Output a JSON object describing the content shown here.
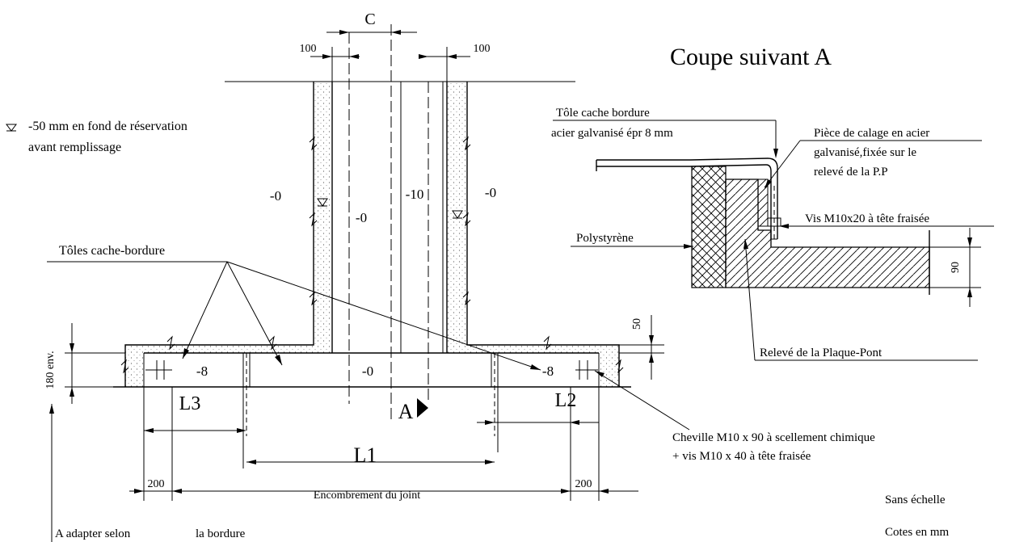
{
  "dimensions": {
    "c": "C",
    "w100_left": "100",
    "w100_right": "100",
    "d50": "50",
    "d180": "180 env.",
    "l1": "L1",
    "l2": "L2",
    "l3": "L3",
    "w200_left": "200",
    "w200_right": "200",
    "d90": "90"
  },
  "levels": {
    "lv0_left": "-0",
    "lv0_center": "-0",
    "lv10": "-10",
    "lv0_right": "-0",
    "lv8_left": "-8",
    "lv0_bottom": "-0",
    "lv8_right": "-8"
  },
  "labels": {
    "section_mark": "A",
    "legend_line1": "-50 mm en fond de réservation",
    "legend_line2": "avant remplissage",
    "toles": "Tôles cache-bordure",
    "cheville_line1": "Cheville M10 x 90 à scellement chimique",
    "cheville_line2": "+ vis M10 x 40 à tête fraisée",
    "encombrement": "Encombrement du joint",
    "adapter": "A  adapter  selon",
    "bordure": "la  bordure"
  },
  "section": {
    "title": "Coupe  suivant  A",
    "tole_line1": "Tôle cache bordure",
    "tole_line2": "acier galvanisé épr 8 mm",
    "piece_line1": "Pièce de calage en acier",
    "piece_line2": "galvanisé,fixée sur le",
    "piece_line3": "relevé de la  P.P",
    "vis": "Vis M10x20 à tête fraisée",
    "polystyrene": "Polystyrène",
    "releve": "Relevé de la Plaque-Pont"
  },
  "notes": {
    "scale": "Sans  échelle",
    "units": "Cotes  en  mm"
  }
}
